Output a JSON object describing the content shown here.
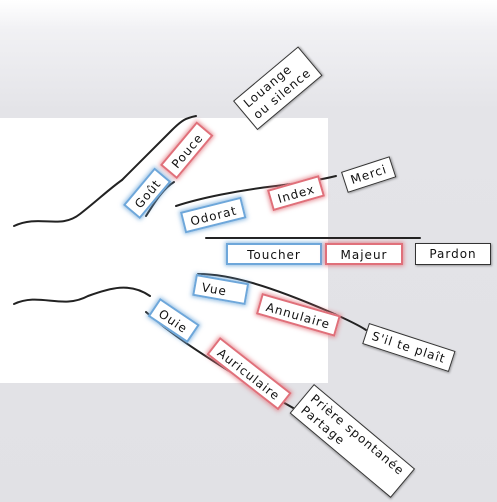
{
  "fingers": [
    {
      "sense": "Goût",
      "finger": "Pouce",
      "meaning": [
        "Louange",
        "ou silence"
      ]
    },
    {
      "sense": "Odorat",
      "finger": "Index",
      "meaning": [
        "Merci"
      ]
    },
    {
      "sense": "Toucher",
      "finger": "Majeur",
      "meaning": [
        "Pardon"
      ]
    },
    {
      "sense": "Vue",
      "finger": "Annulaire",
      "meaning": [
        "S'il te plaît"
      ]
    },
    {
      "sense": "Ouie",
      "finger": "Auriculaire",
      "meaning": [
        "Prière spontanée",
        "Partage"
      ]
    }
  ],
  "colors": {
    "sense_border": "#6ea7da",
    "finger_border": "#e0707a",
    "meaning_border": "#333333",
    "outline": "#222222"
  }
}
